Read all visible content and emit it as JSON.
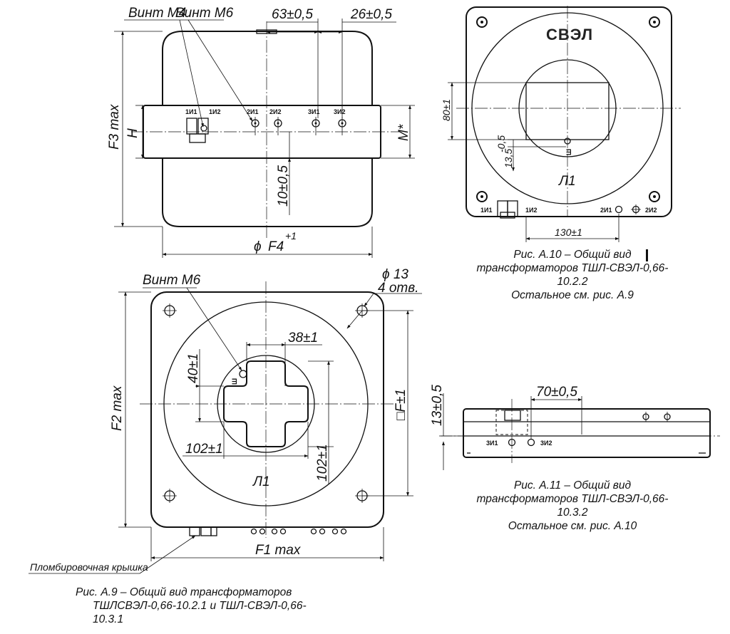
{
  "fig_a9": {
    "top_view": {
      "screw_m4": "Винт М4",
      "screw_m6": "Винт М6",
      "dim_63": "63±0,5",
      "dim_26": "26±0,5",
      "f3max": "F3 max",
      "h": "H",
      "m": "M*",
      "dim_10": "10±0,5",
      "f4_symbol": "ϕ",
      "f4": "F4",
      "f4_tol": "+1",
      "terminals": [
        "1И1",
        "1И2",
        "2И1",
        "2И2",
        "3И1",
        "3И2"
      ]
    },
    "front_view": {
      "screw_m6": "Винт М6",
      "hole_dia": "ϕ 13",
      "hole_count": "4 отв.",
      "dim_38": "38±1",
      "dim_40": "40±1",
      "dim_102h": "102±1",
      "dim_102v": "102±1",
      "f2max": "F2 max",
      "f": "□F±1",
      "f1max": "F1 max",
      "l1": "Л1",
      "seal_cover": "Пломбировочная крышка",
      "sh": "Ш"
    },
    "caption": [
      "Рис. А.9 – Общий вид трансформаторов",
      "ТШЛСВЭЛ-0,66-10.2.1 и ТШЛ-СВЭЛ-0,66-",
      "10.3.1"
    ]
  },
  "fig_a10": {
    "logo": "СВЭЛ",
    "dim_80": "80±1",
    "dim_135": "13,5",
    "dim_135_tol": "-0,5",
    "l1": "Л1",
    "sh": "Ш",
    "dim_130": "130±1",
    "terminals": [
      "1И1",
      "1И2",
      "2И1",
      "2И2"
    ],
    "caption": [
      "Рис. А.10 – Общий вид",
      "трансформаторов ТШЛ-СВЭЛ-0,66-",
      "10.2.2",
      "Остальное см. рис.  А.9"
    ]
  },
  "fig_a11": {
    "dim_70": "70±0,5",
    "dim_13": "13±0,5",
    "terminals": [
      "3И1",
      "3И2"
    ],
    "caption": [
      "Рис. А.11 – Общий вид",
      "трансформаторов ТШЛ-СВЭЛ-0,66-",
      "10.3.2",
      "Остальное см. рис.  А.10"
    ]
  }
}
